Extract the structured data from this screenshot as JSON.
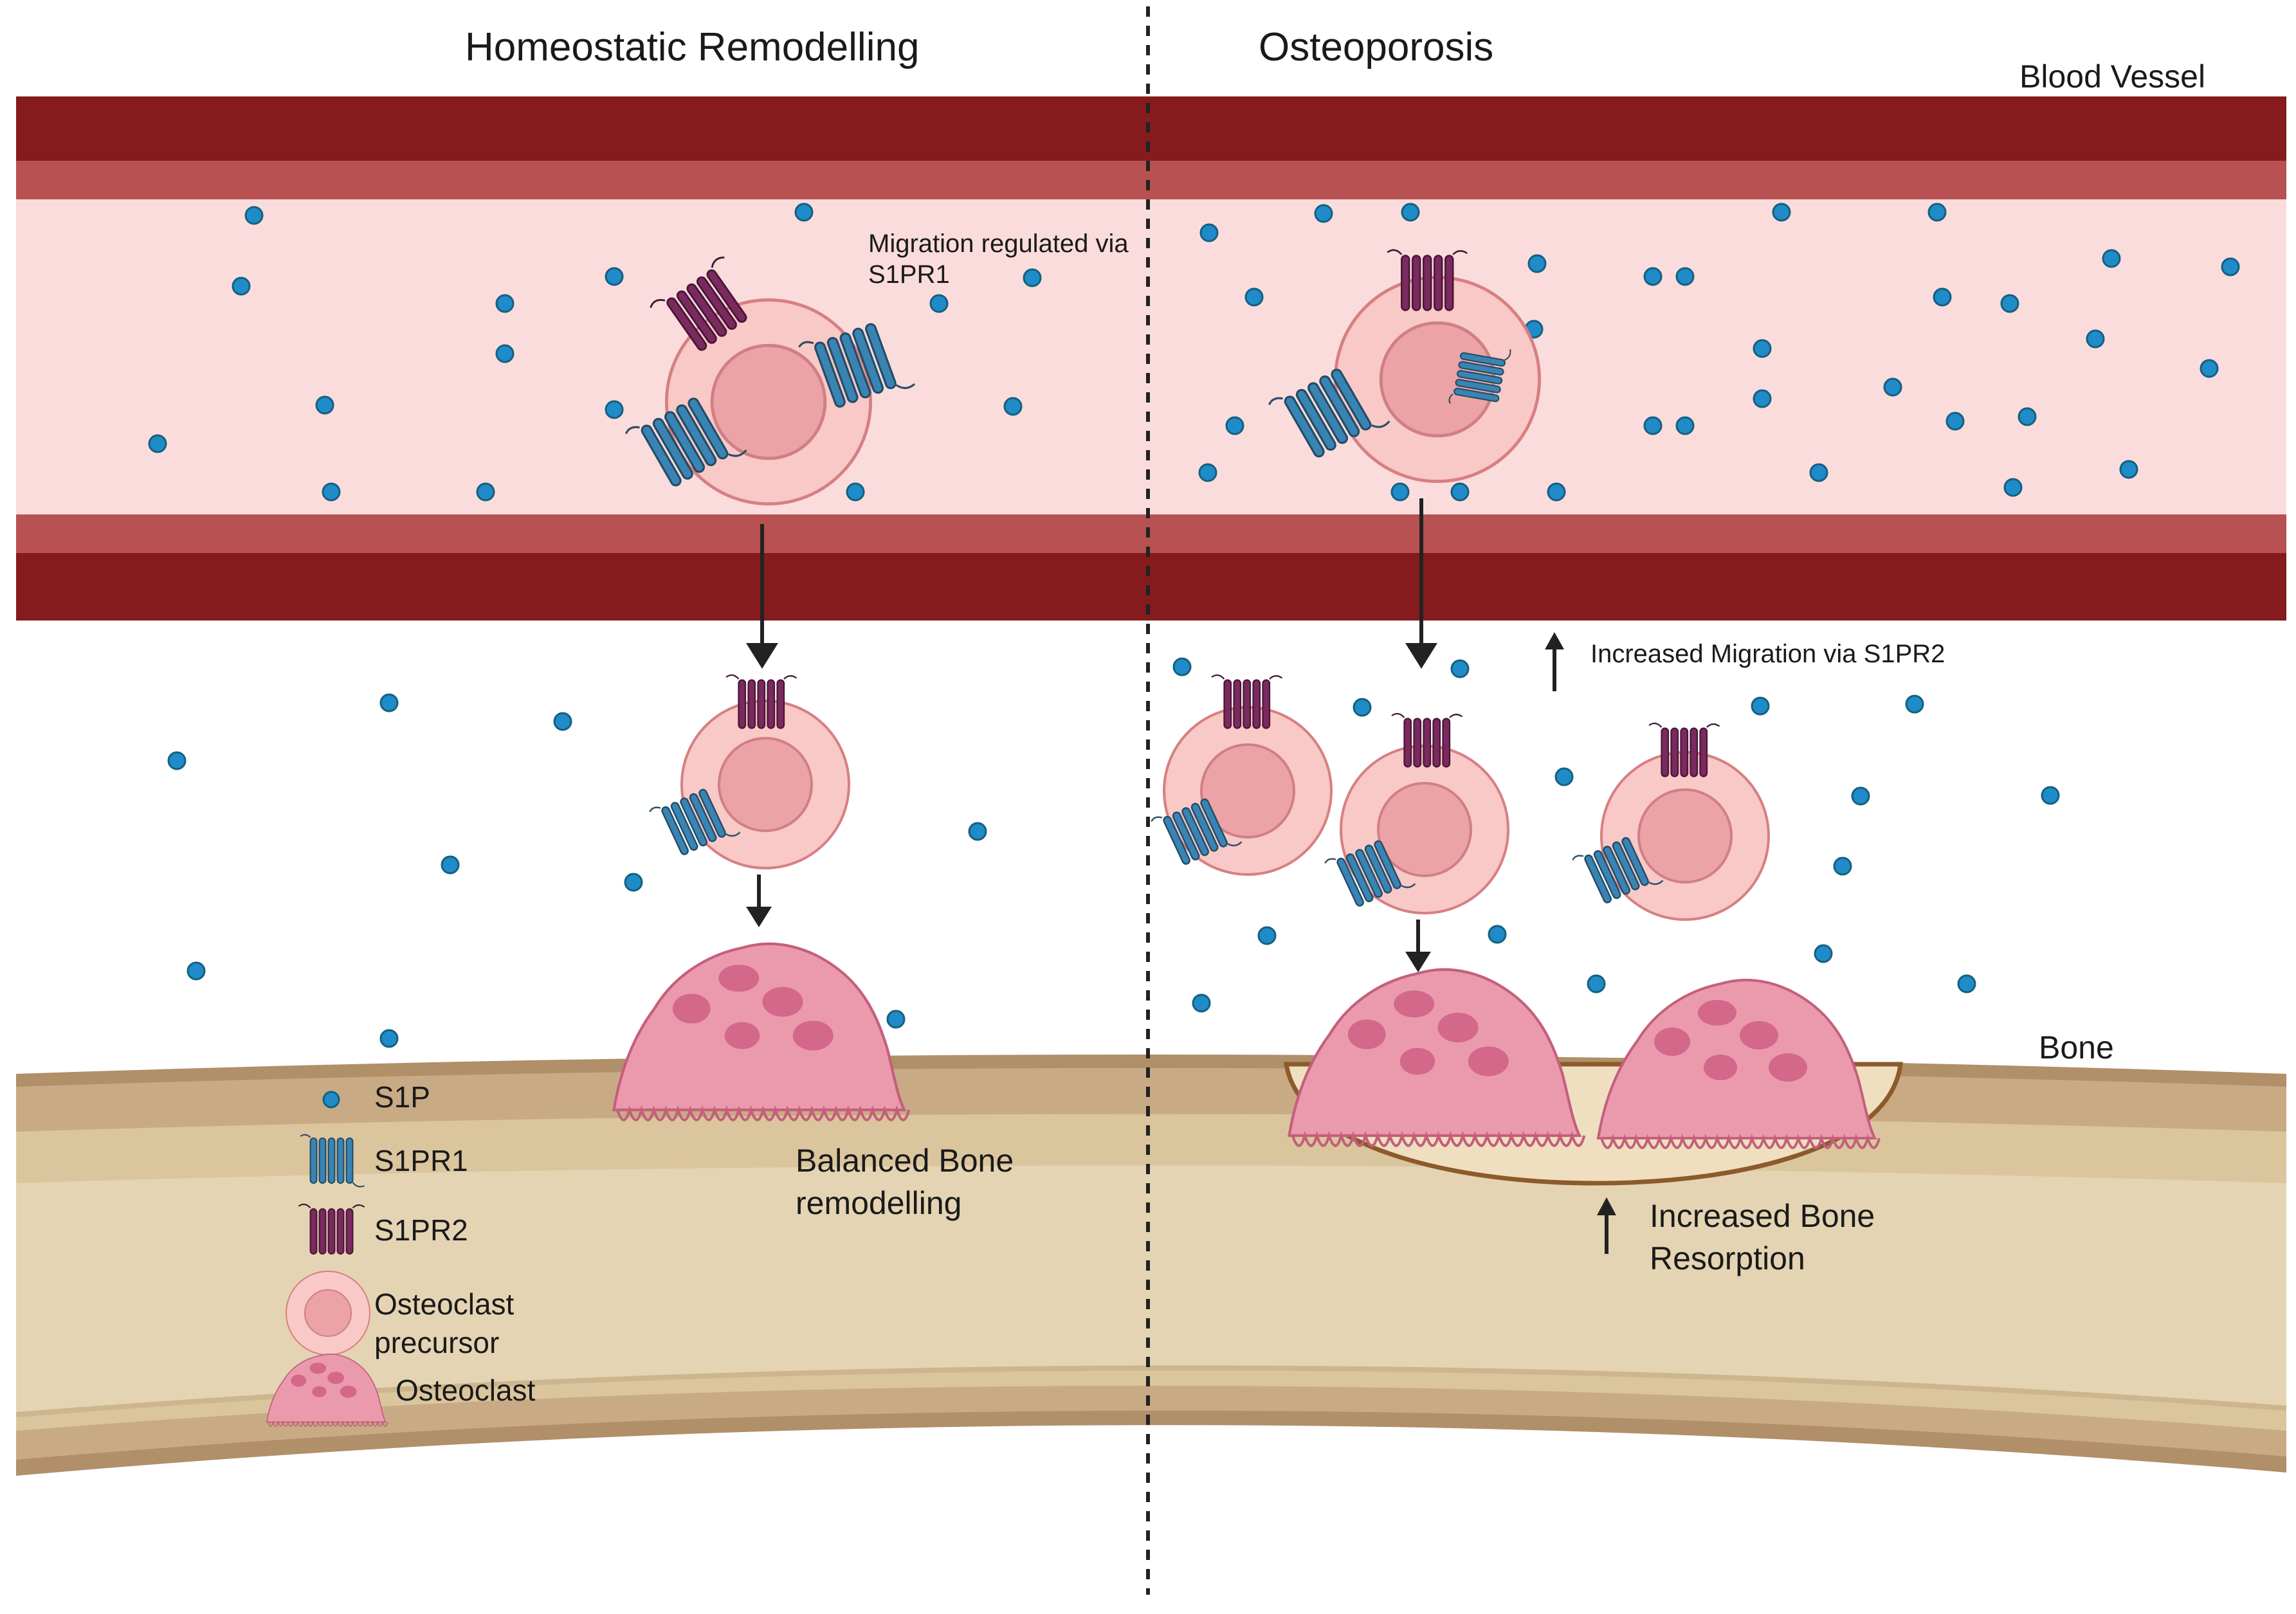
{
  "titles": {
    "left": "Homeostatic Remodelling",
    "right": "Osteoporosis"
  },
  "labels": {
    "blood_vessel": "Blood Vessel",
    "bone": "Bone",
    "migration_s1pr1": [
      "Migration regulated via",
      "S1PR1"
    ],
    "migration_s1pr2": "Increased Migration via S1PR2",
    "balanced": [
      "Balanced Bone",
      "remodelling"
    ],
    "resorption": [
      "Increased Bone",
      "Resorption"
    ]
  },
  "legend": {
    "s1p": "S1P",
    "s1pr1": "S1PR1",
    "s1pr2": "S1PR2",
    "precursor": [
      "Osteoclast",
      "precursor"
    ],
    "osteoclast": "Osteoclast"
  },
  "colors": {
    "vessel_dark": "#851b1d",
    "vessel_mid": "#b85152",
    "vessel_lumen": "#fbdcdc",
    "s1p_dot": "#1f8bc8",
    "s1pr1": "#3a84b3",
    "s1pr2": "#7a2a5e",
    "precursor_fill": "#f8c9c6",
    "osteoclast_fill": "#ea9aac",
    "bone_outer": "#b08f69",
    "bone_mid": "#c8ab85",
    "bone_inner": "#e4d4b3"
  }
}
